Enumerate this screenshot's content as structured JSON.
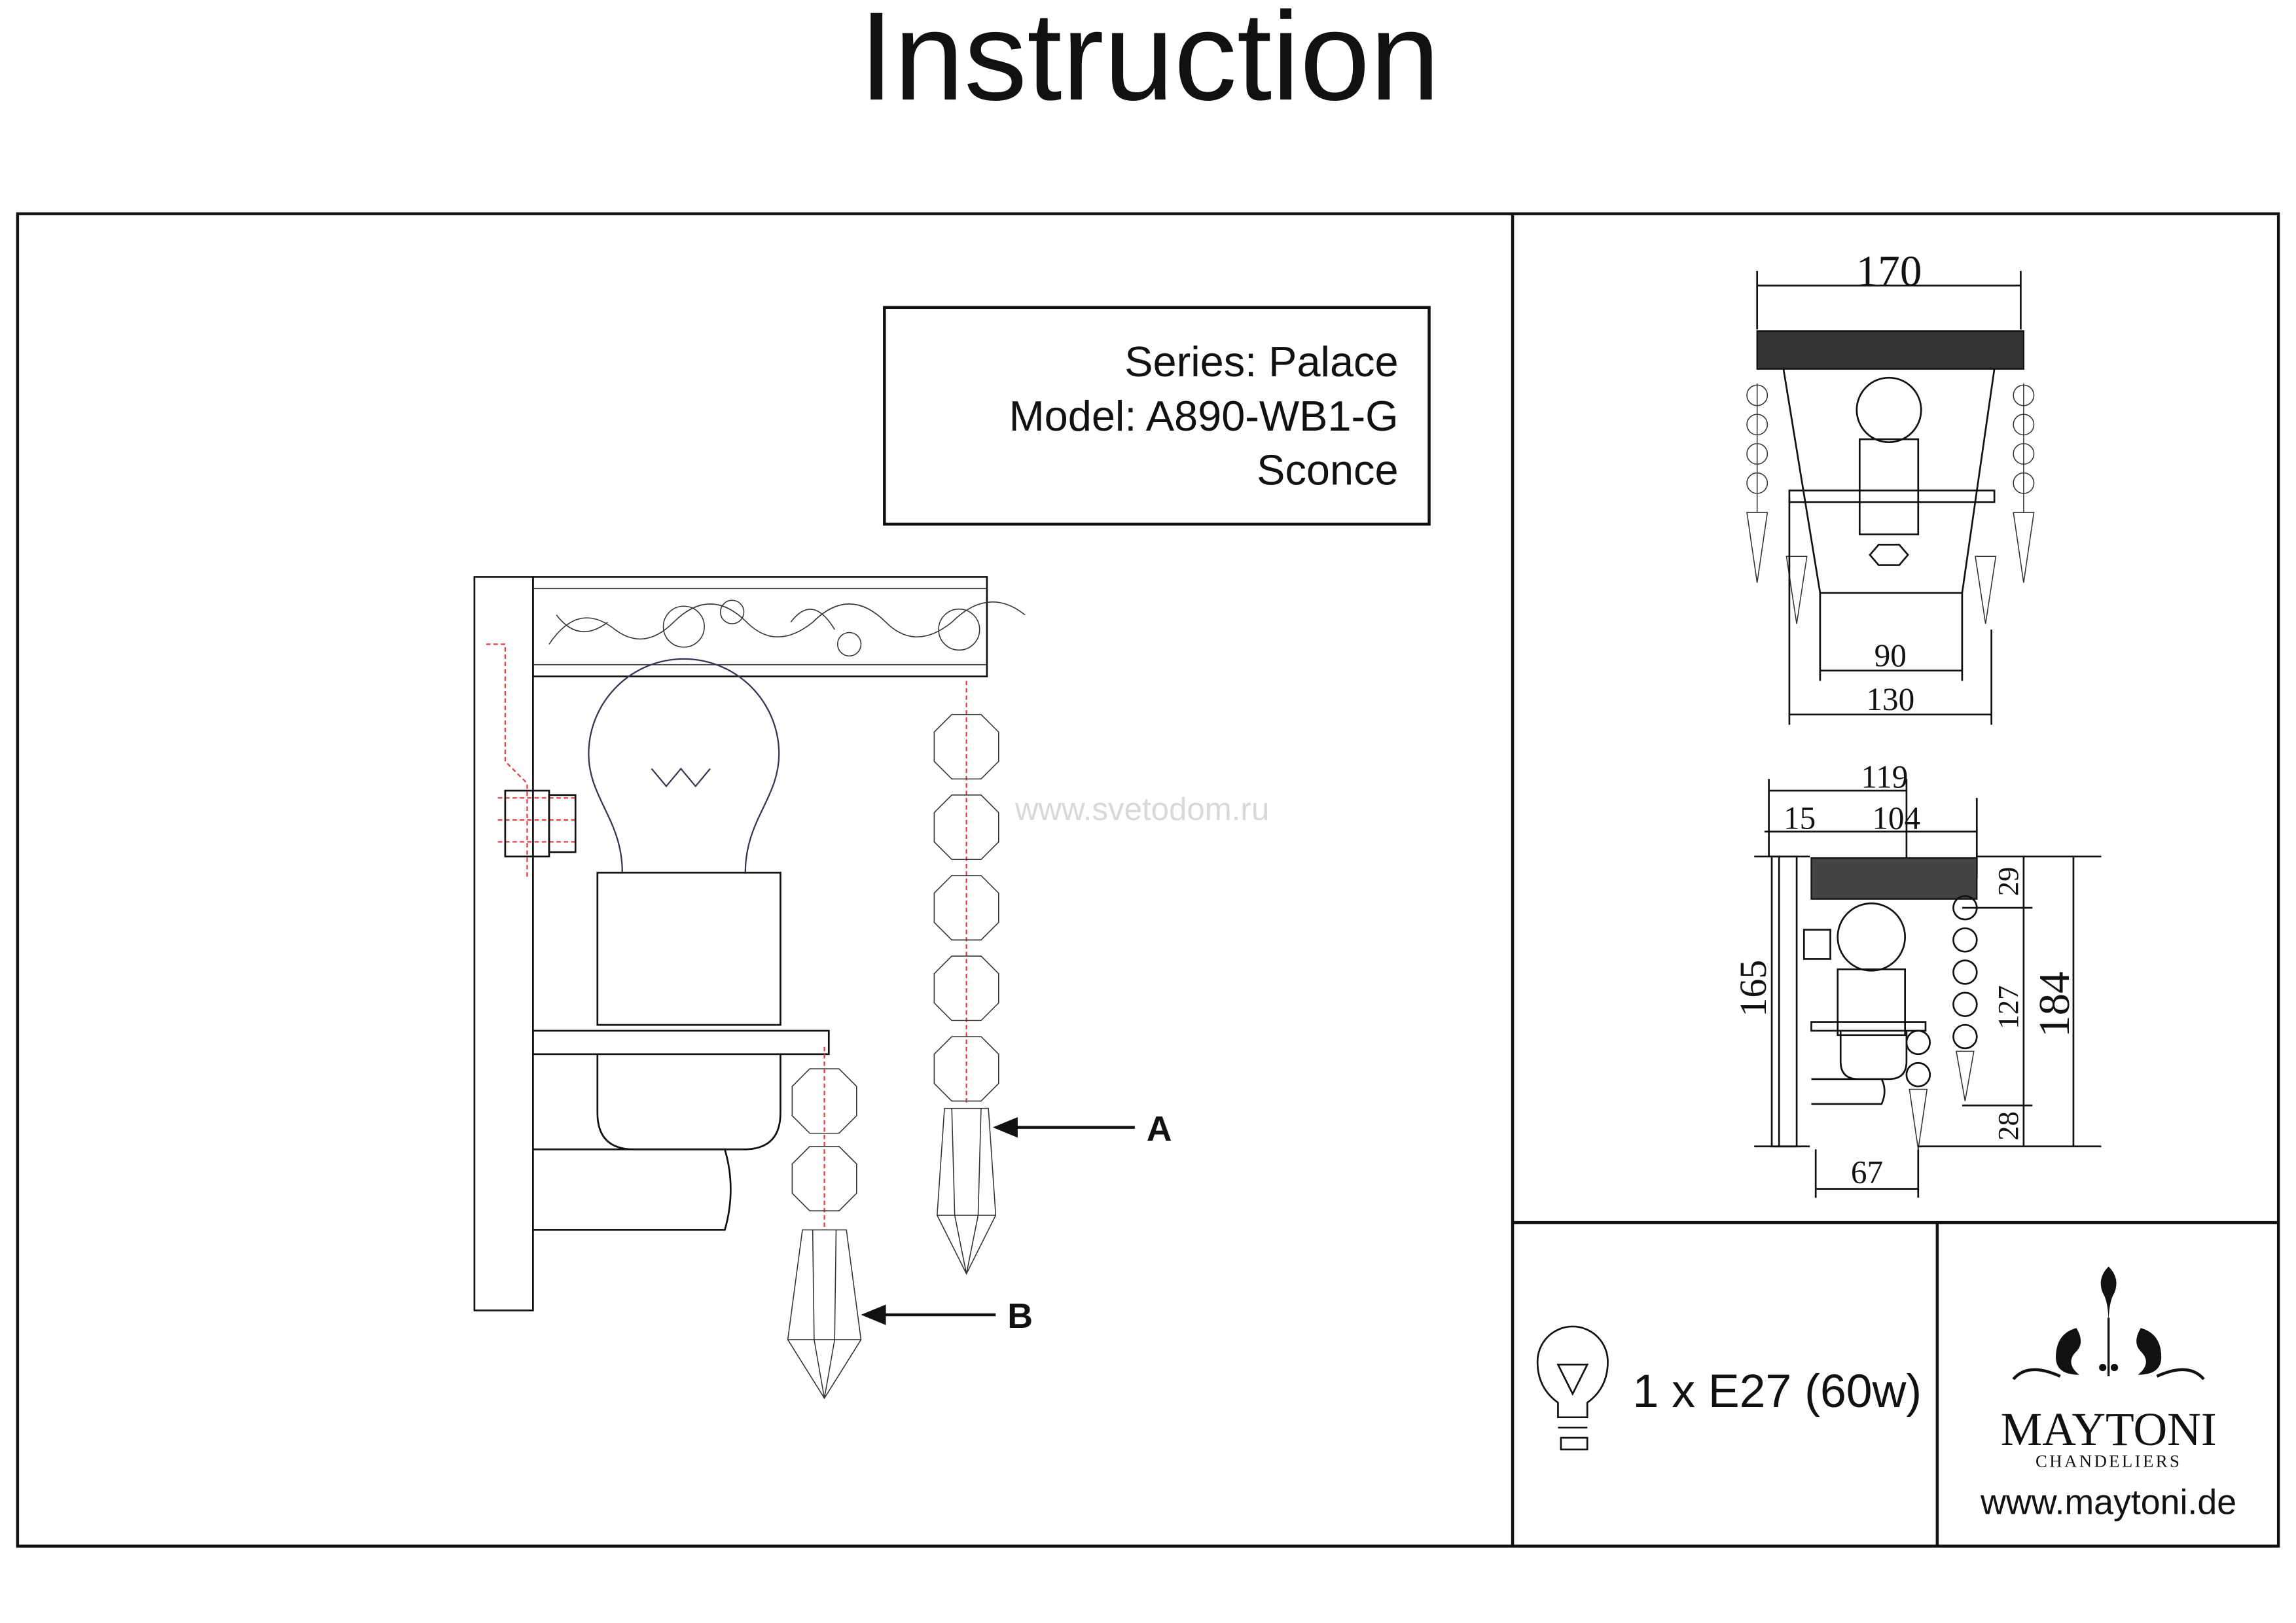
{
  "title": "Instruction",
  "info_box": {
    "series": "Series: Palace",
    "model": "Model: A890-WB1-G",
    "type": "Sconce"
  },
  "watermark": "www.svetodom.ru",
  "callouts": {
    "a": "A",
    "b": "B"
  },
  "front_view": {
    "width_top": "170",
    "width_bottom_inner": "90",
    "width_bottom": "130"
  },
  "side_view": {
    "depth_total": "119",
    "depth_plate": "15",
    "depth_band": "104",
    "plate_height": "165",
    "band_height": "29",
    "chain_height": "127",
    "drop_below": "28",
    "total_height": "184",
    "arm_depth": "67"
  },
  "lamp_spec": "1 x E27 (60w)",
  "brand": {
    "name": "MAYTONI",
    "subtitle": "CHANDELIERS",
    "website": "www.maytoni.de"
  }
}
